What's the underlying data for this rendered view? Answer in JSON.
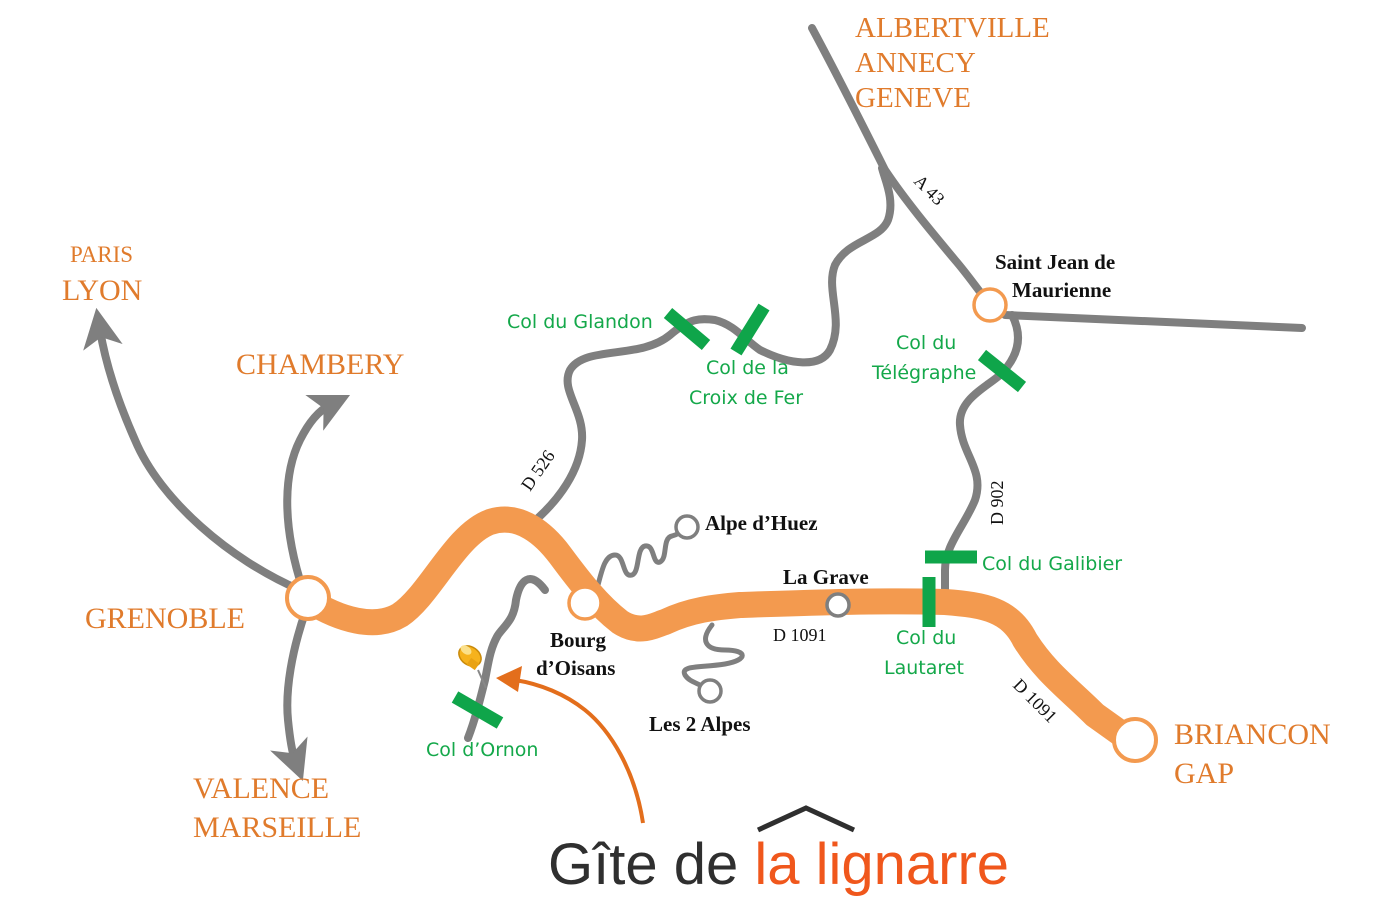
{
  "destinations": {
    "paris": "PARIS",
    "lyon": "LYON",
    "chambery": "CHAMBERY",
    "grenoble": "GRENOBLE",
    "valence": "VALENCE",
    "marseille": "MARSEILLE",
    "albertville": "ALBERTVILLE",
    "annecy": "ANNECY",
    "geneve": "GENEVE",
    "briancon": "BRIANCON",
    "gap": "GAP"
  },
  "towns": {
    "saint_jean_line1": "Saint Jean de",
    "saint_jean_line2": "Maurienne",
    "alpe_huez": "Alpe d’Huez",
    "la_grave": "La Grave",
    "bourg_line1": "Bourg",
    "bourg_line2": "d’Oisans",
    "les_2_alpes": "Les 2 Alpes"
  },
  "passes": {
    "glandon": "Col du Glandon",
    "croix_fer_line1": "Col de la",
    "croix_fer_line2": "Croix de Fer",
    "telegraphe_line1": "Col du",
    "telegraphe_line2": "Télégraphe",
    "galibier": "Col du Galibier",
    "lautaret_line1": "Col du",
    "lautaret_line2": "Lautaret",
    "ornon": "Col d’Ornon"
  },
  "roads": {
    "a43": "A 43",
    "d526": "D 526",
    "d902": "D 902",
    "d1091_a": "D 1091",
    "d1091_b": "D 1091"
  },
  "logo": {
    "part1": "Gîte de ",
    "part2": "la lignarre"
  },
  "colors": {
    "main_route": "#f39a4f",
    "secondary_road": "#7f7f7f",
    "destination_text": "#e07b2c",
    "pass_marker": "#0fa54a",
    "logo_dark": "#2f2f2f",
    "logo_accent": "#f0571c"
  }
}
